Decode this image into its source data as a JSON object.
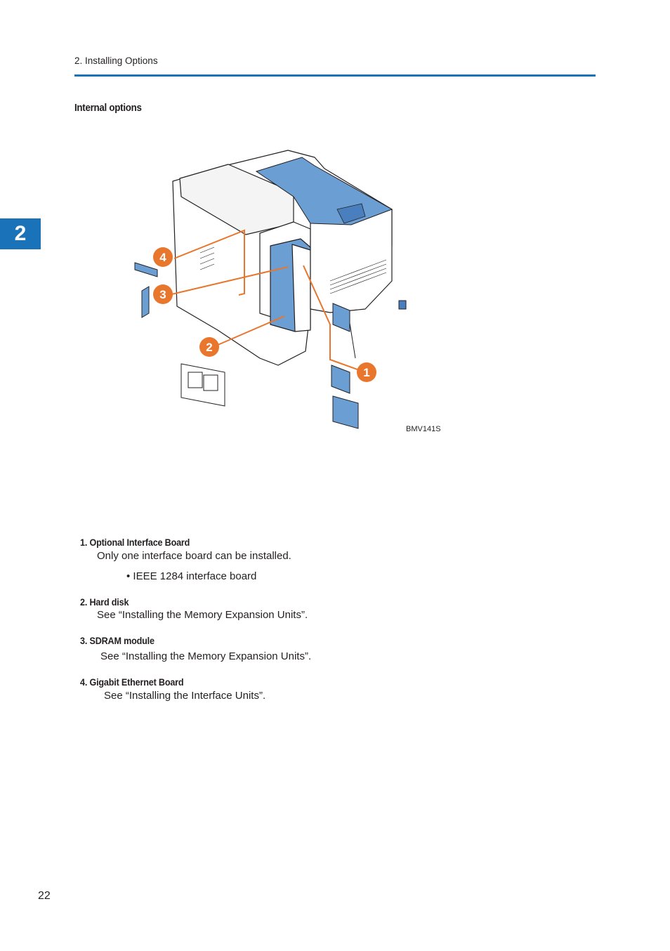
{
  "header": {
    "section": "2. Installing Options"
  },
  "chapter_tab": "2",
  "section_title": "Internal options",
  "figure": {
    "code": "BMV141S",
    "callouts": [
      "1",
      "2",
      "3",
      "4"
    ],
    "colors": {
      "printer_blue": "#6b9fd4",
      "callout_orange": "#e8762d",
      "accent": "#1a73b9"
    }
  },
  "items": [
    {
      "title": "1. Optional Interface Board",
      "desc": "Only one interface board can be installed.",
      "bullet": "• IEEE 1284 interface board"
    },
    {
      "title": "2. Hard disk",
      "desc": "See “Installing the Memory Expansion Units”."
    },
    {
      "title": "3. SDRAM module",
      "desc": "See “Installing the Memory Expansion Units”."
    },
    {
      "title": "4. Gigabit Ethernet Board",
      "desc": "See “Installing the Interface Units”."
    }
  ],
  "page_number": "22"
}
